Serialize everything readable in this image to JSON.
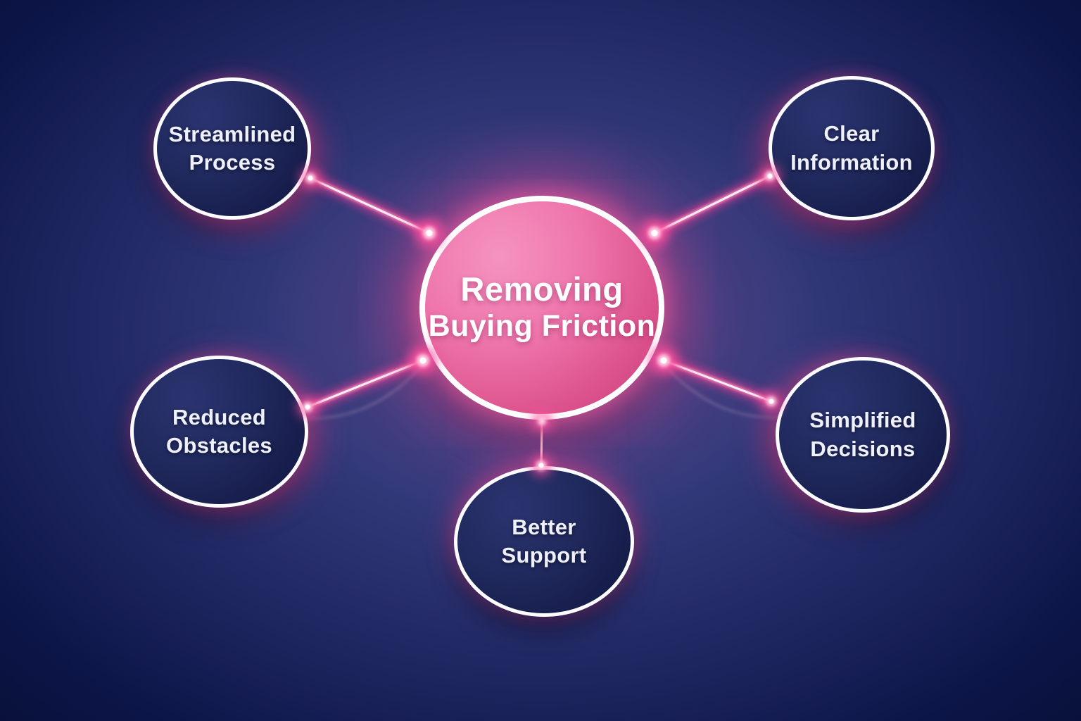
{
  "diagram": {
    "title": "Removing Buying Friction",
    "center_node": {
      "line1": "Removing",
      "line2": "Buying Friction"
    },
    "nodes": [
      {
        "id": "streamlined-process",
        "label": "Streamlined\nProcess"
      },
      {
        "id": "clear-information",
        "label": "Clear\nInformation"
      },
      {
        "id": "reduced-obstacles",
        "label": "Reduced\nObstacles"
      },
      {
        "id": "better-support",
        "label": "Better\nSupport"
      },
      {
        "id": "simplified-decisions",
        "label": "Simplified\nDecisions"
      }
    ],
    "colors": {
      "background_center": "#3f4488",
      "background_edge": "#081039",
      "satellite_fill": "#1f2759",
      "satellite_border": "#ffffff",
      "center_fill": "#e0609c",
      "center_border": "#ffffff",
      "connector_glow": "#ff4f9e",
      "connector_core": "#fff0f7",
      "text": "#eef0fb"
    }
  }
}
